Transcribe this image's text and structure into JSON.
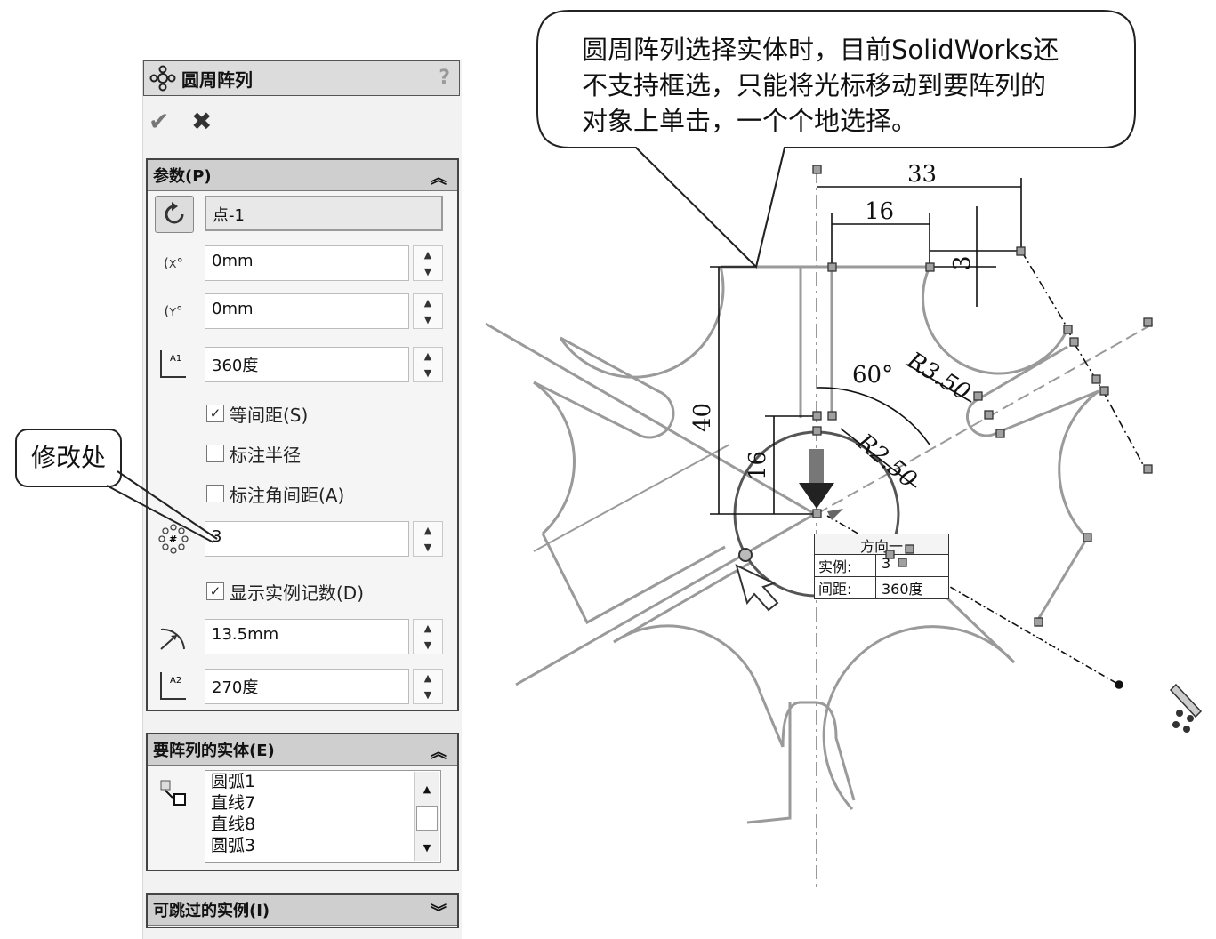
{
  "panel": {
    "title": "圆周阵列",
    "help_label": "?",
    "ok_icon": "check-icon",
    "cancel_icon": "cross-icon",
    "params": {
      "header": "参数(P)",
      "center_point": "点-1",
      "x_value": "0mm",
      "y_value": "0mm",
      "angle1_value": "360度",
      "equal_spacing_label": "等间距(S)",
      "equal_spacing_checked": true,
      "dim_radius_label": "标注半径",
      "dim_radius_checked": false,
      "dim_angle_label": "标注角间距(A)",
      "dim_angle_checked": false,
      "instances_value": "3",
      "show_count_label": "显示实例记数(D)",
      "show_count_checked": true,
      "radius_value": "13.5mm",
      "angle2_value": "270度",
      "angle1_icon_label": "A1",
      "angle2_icon_label": "A2"
    },
    "entities": {
      "header": "要阵列的实体(E)",
      "items": [
        "圆弧1",
        "直线7",
        "直线8",
        "圆弧3"
      ]
    },
    "skip": {
      "header": "可跳过的实例(I)"
    }
  },
  "annotation": {
    "modify_label": "修改处",
    "bubble_text": "圆周阵列选择实体时，目前SolidWorks还\n不支持框选，只能将光标移动到要阵列的\n对象上单击，一个个地选择。"
  },
  "sketch": {
    "dims": {
      "d33": "33",
      "d16_top": "16",
      "d3": "3",
      "d40": "40",
      "d16_left": "16",
      "angle60": "60°",
      "r350": "R3.50",
      "r250": "R2.50"
    },
    "tooltip": {
      "title": "方向一",
      "instances_label": "实例:",
      "instances_value": "3",
      "spacing_label": "间距:",
      "spacing_value": "360度"
    }
  }
}
